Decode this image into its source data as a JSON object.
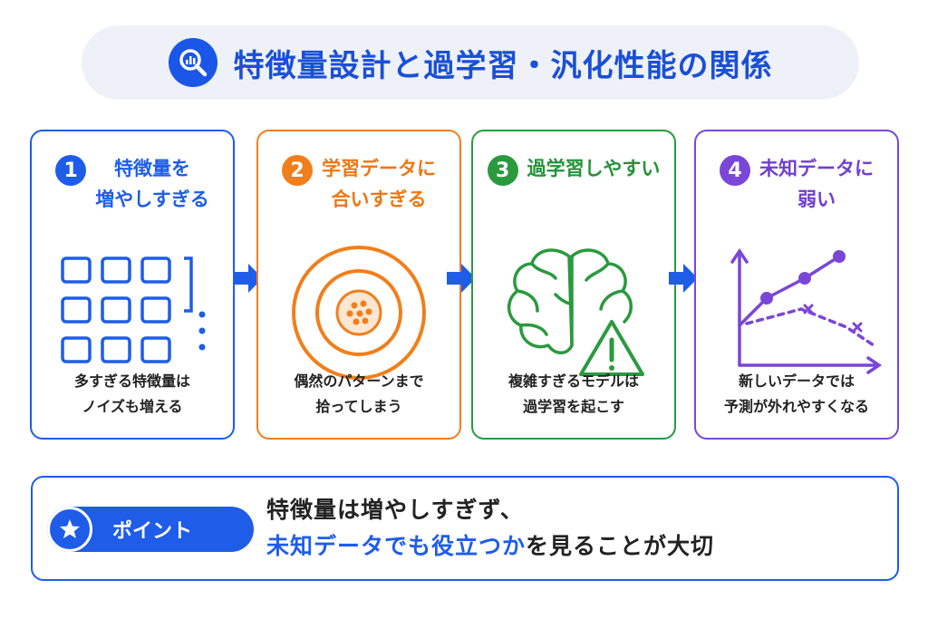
{
  "title": {
    "text": "特徴量設計と過学習・汎化性能の関係",
    "icon": "magnifier-chart-icon",
    "color": "#1a4fd6"
  },
  "cards": [
    {
      "number": "1",
      "title": [
        "特徴量を",
        "増やしすぎる"
      ],
      "icon": "feature-grid-icon",
      "description": [
        "多すぎる特徴量は",
        "ノイズも増える"
      ],
      "color": "#1f5de8"
    },
    {
      "number": "2",
      "title": [
        "学習データに",
        "合いすぎる"
      ],
      "icon": "target-with-noise-icon",
      "description": [
        "偶然のパターンまで",
        "拾ってしまう"
      ],
      "color": "#f07f1b"
    },
    {
      "number": "3",
      "title": [
        "過学習しやすい"
      ],
      "icon": "brain-warning-icon",
      "description": [
        "複雑すぎるモデルは",
        "過学習を起こす"
      ],
      "color": "#2a9a3f"
    },
    {
      "number": "4",
      "title": [
        "未知データに",
        "弱い"
      ],
      "icon": "prediction-graph-icon",
      "description": [
        "新しいデータでは",
        "予測が外れやすくなる"
      ],
      "color": "#7a46d8"
    }
  ],
  "arrow_icon": "right-arrow-icon",
  "point": {
    "label": "ポイント",
    "icon": "star-icon",
    "line1": "特徴量は増やしすぎず、",
    "line2_highlight": "未知データでも役立つか",
    "line2_rest": "を見ることが大切",
    "highlight_color": "#1f5de8"
  }
}
